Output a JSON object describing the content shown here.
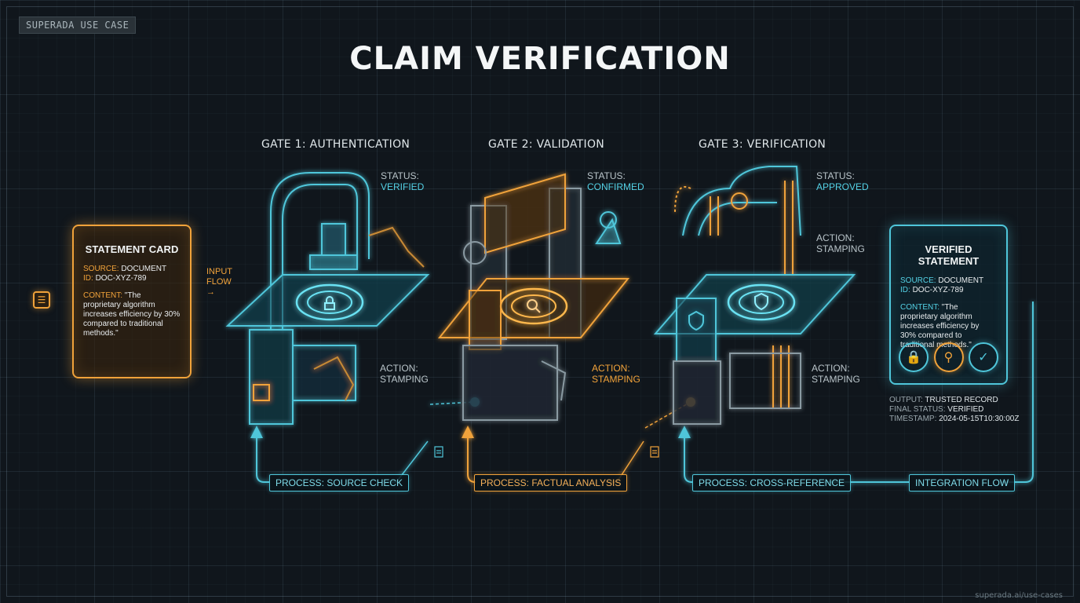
{
  "tag": "SUPERADA USE CASE",
  "title": "CLAIM VERIFICATION",
  "footer": "superada.ai/use-cases",
  "colors": {
    "cyan": "#4fc6da",
    "amber": "#f0a23a",
    "background": "#10161c"
  },
  "input_flow": {
    "line1": "INPUT",
    "line2": "FLOW"
  },
  "statement_card": {
    "title": "STATEMENT CARD",
    "source_label": "SOURCE:",
    "source_value": "DOCUMENT",
    "id_label": "ID:",
    "id_value": "DOC-XYZ-789",
    "content_label": "CONTENT:",
    "content_value": "\"The proprietary algorithm increases efficiency by 30% compared to traditional methods.\""
  },
  "gates": [
    {
      "title": "GATE 1: AUTHENTICATION",
      "status_label": "STATUS:",
      "status_value": "VERIFIED",
      "action_label": "ACTION:",
      "action_value": "STAMPING",
      "process": "PROCESS: SOURCE CHECK",
      "icon": "lock-icon"
    },
    {
      "title": "GATE 2: VALIDATION",
      "status_label": "STATUS:",
      "status_value": "CONFIRMED",
      "action_label": "ACTION:",
      "action_value": "STAMPING",
      "process": "PROCESS: FACTUAL ANALYSIS",
      "icon": "magnifier-icon"
    },
    {
      "title": "GATE 3: VERIFICATION",
      "status_label": "STATUS:",
      "status_value": "APPROVED",
      "action_label": "ACTION:",
      "action_value": "STAMPING",
      "action2_label": "ACTION:",
      "action2_value": "STAMPING",
      "process": "PROCESS: CROSS-REFERENCE",
      "icon": "shield-check-icon"
    }
  ],
  "verified_card": {
    "title": "VERIFIED STATEMENT",
    "source_label": "SOURCE:",
    "source_value": "DOCUMENT",
    "id_label": "ID:",
    "id_value": "DOC-XYZ-789",
    "content_label": "CONTENT:",
    "content_value": "\"The proprietary algorithm increases efficiency by 30% compared to traditional methods.\"",
    "badges": [
      "lock-icon",
      "magnifier-icon",
      "shield-check-icon"
    ]
  },
  "output": {
    "output_label": "OUTPUT:",
    "output_value": "TRUSTED RECORD",
    "final_label": "FINAL STATUS:",
    "final_value": "VERIFIED",
    "timestamp_label": "TIMESTAMP:",
    "timestamp_value": "2024-05-15T10:30:00Z"
  },
  "integration_flow": "INTEGRATION FLOW"
}
